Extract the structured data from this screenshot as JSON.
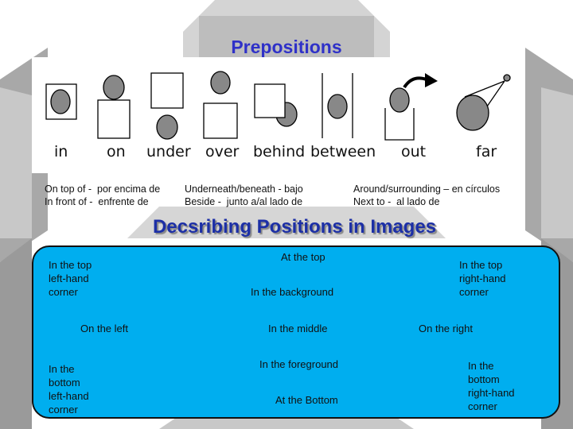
{
  "title": "Prepositions",
  "prepositions": [
    "in",
    "on",
    "under",
    "over",
    "behind",
    "between",
    "out",
    "far"
  ],
  "translations": {
    "col1": "On top of -  por encima de\nIn front of -  enfrente de",
    "col2": "Underneath/beneath - bajo\nBeside -  junto a/al lado de",
    "col3": "Around/surrounding – en círculos\nNext to -  al lado de"
  },
  "section_title": "Decsribing Positions in Images",
  "positions": {
    "top_left": "In the top\nleft-hand\ncorner",
    "top": "At the top",
    "top_right": "In the top\nright-hand\ncorner",
    "background": "In the background",
    "left": "On the left",
    "middle": "In the middle",
    "right": "On the right",
    "foreground": "In the foreground",
    "bottom_left": "In the\nbottom\nleft-hand\ncorner",
    "bottom": "At the Bottom",
    "bottom_right": "In the\nbottom\nright-hand\ncorner"
  },
  "colors": {
    "title": "#2f31c8",
    "heading": "#1c2fa6",
    "box": "#00aeef"
  }
}
